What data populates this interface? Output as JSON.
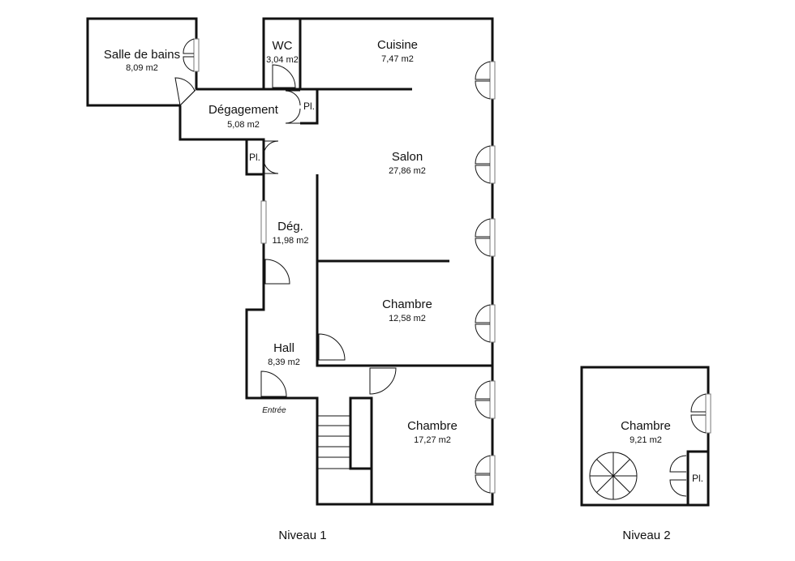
{
  "rooms": {
    "salle_de_bains": {
      "name": "Salle de bains",
      "area": "8,09 m2"
    },
    "wc": {
      "name": "WC",
      "area": "3,04 m2"
    },
    "cuisine": {
      "name": "Cuisine",
      "area": "7,47 m2"
    },
    "degagement": {
      "name": "Dégagement",
      "area": "5,08 m2"
    },
    "salon": {
      "name": "Salon",
      "area": "27,86 m2"
    },
    "deg": {
      "name": "Dég.",
      "area": "11,98 m2"
    },
    "chambre_1": {
      "name": "Chambre",
      "area": "12,58 m2"
    },
    "hall": {
      "name": "Hall",
      "area": "8,39 m2"
    },
    "chambre_2": {
      "name": "Chambre",
      "area": "17,27 m2"
    },
    "chambre_3": {
      "name": "Chambre",
      "area": "9,21 m2"
    }
  },
  "closets": {
    "placard_1": "Pl.",
    "placard_2": "Pl.",
    "placard_3": "Pl."
  },
  "entrance_label": "Entrée",
  "levels": {
    "level_1": "Niveau 1",
    "level_2": "Niveau 2"
  }
}
